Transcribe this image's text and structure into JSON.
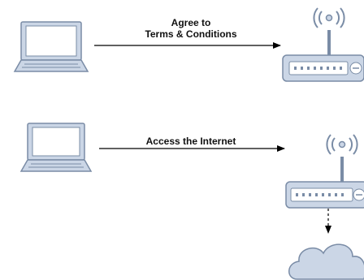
{
  "steps": [
    {
      "label_lines": [
        "Agree to",
        "Terms & Conditions"
      ]
    },
    {
      "label_lines": [
        "Access the Internet"
      ]
    }
  ],
  "colors": {
    "device_fill": "#cbd6e6",
    "device_stroke": "#7a8ca6",
    "screen_fill": "#ffffff",
    "line": "#000000",
    "text": "#111111"
  },
  "icons": [
    "laptop-icon",
    "wifi-router-icon",
    "cloud-icon"
  ]
}
